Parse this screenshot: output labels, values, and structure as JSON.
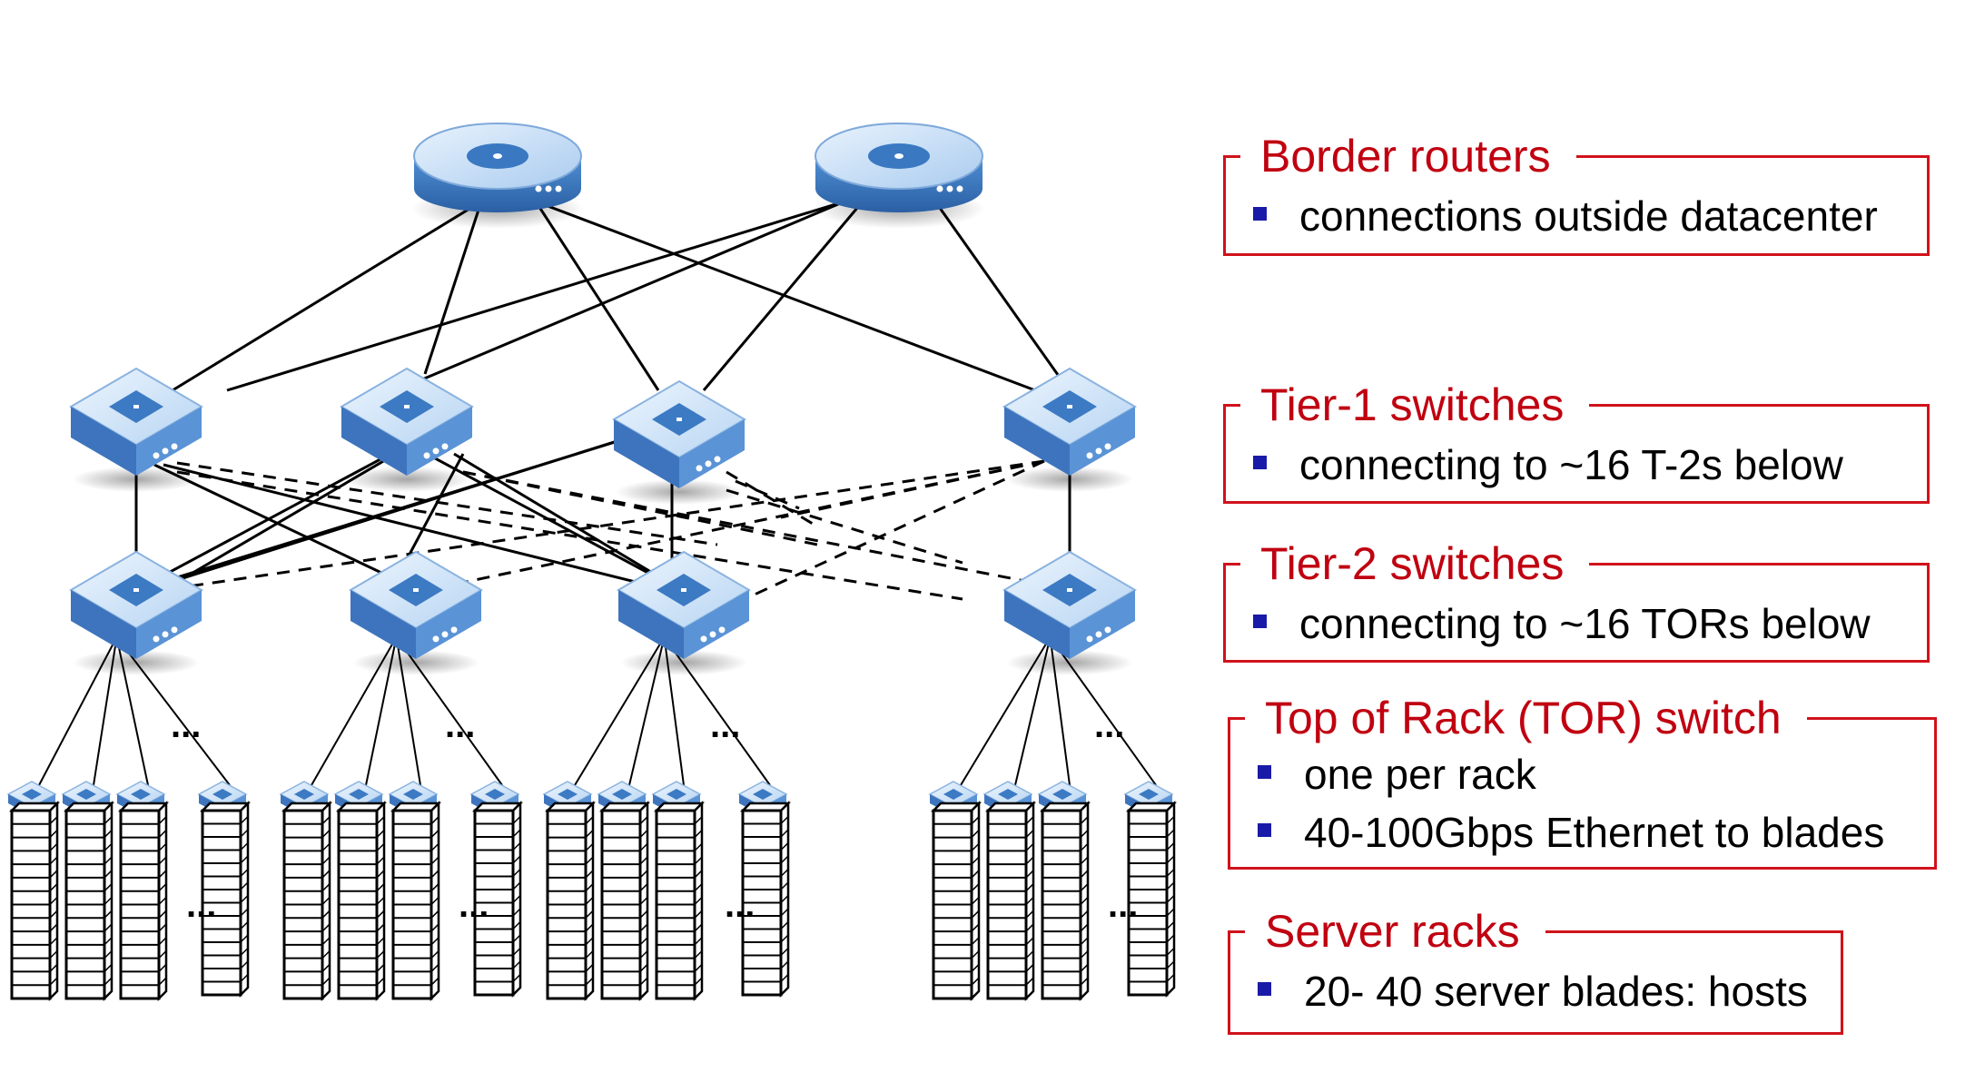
{
  "legend": [
    {
      "title": "Border routers",
      "items": [
        "connections outside datacenter"
      ]
    },
    {
      "title": "Tier-1 switches",
      "items": [
        "connecting to  ~16 T-2s below"
      ]
    },
    {
      "title": "Tier-2 switches",
      "items": [
        "connecting to  ~16 TORs below"
      ]
    },
    {
      "title": "Top of Rack (TOR) switch",
      "items": [
        "one per rack",
        "40-100Gbps Ethernet to blades"
      ]
    },
    {
      "title": "Server racks",
      "items": [
        "20- 40 server blades: hosts"
      ]
    }
  ],
  "ellipsis": "...",
  "colors": {
    "title": "#c00010",
    "box_border": "#d0121b",
    "bullet": "#1a1aa8",
    "device": "#4a86c8"
  },
  "icons": [
    "router-icon",
    "switch-icon",
    "tor-switch-icon",
    "server-rack-icon"
  ]
}
